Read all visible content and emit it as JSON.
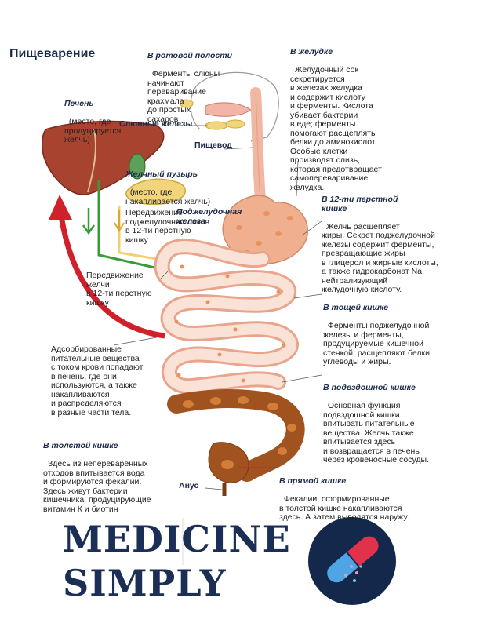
{
  "title": "Пищеварение",
  "labels": {
    "mouth": {
      "title": "В ротовой полости",
      "text": "Ферменты слюны\nначинают\nпереваривание\nкрахмала\nдо простых\nсахаров"
    },
    "stomach": {
      "title": "В желудке",
      "text": "Желудочный сок\nсекретируется\nв железах желудка\nи содержит кислоту\nи ферменты. Кислота\nубивает бактерии\nв еде; ферменты\nпомогают расщеплять\nбелки до аминокислот.\nОсобые клетки\nпроизводят слизь,\nкоторая предотвращает\nсамопереваривание\nжелудка."
    },
    "liver": {
      "title": "Печень",
      "text": "(место, где\nпродуцируется\nжелчь)"
    },
    "salivary": "Слюнные железы",
    "esophagus": "Пищевод",
    "gallbladder": {
      "title": "Желчный пузырь",
      "text": "(место, где\nнакапливается желчь)"
    },
    "pancreas": {
      "title": "Поджелудочная\nжелеза"
    },
    "pancreatic_flow": "Передвижение\nподжелудочных соков\nв 12-ти перстную\nкишку",
    "duodenum": {
      "title": "В 12-ти перстной\nкишке",
      "text": "Желчь расщепляет\nжиры. Секрет поджелудочной\nжелезы содержит ферменты,\nпревращающие жиры\nв глицерол и жирные кислоты,\nа также гидрокарбонат Na,\nнейтрализующий\nжелудочную кислоту."
    },
    "bile_flow": "Передвижение\nжелчи\nв 12-ти перстную\nкишку",
    "jejunum": {
      "title": "В тощей кишке",
      "text": "Ферменты поджелудочной\nжелезы и ферменты,\nпродуцируемые кишечной\nстенкой, расщепляют белки,\nуглеводы и жиры."
    },
    "absorbed": "Адсорбированные\nпитательные вещества\nс током крови попадают\nв печень, где они\nиспользуются, а также\nнакапливаются\nи распределяются\nв разные части тела.",
    "ileum": {
      "title": "В подвздошной кишке",
      "text": "Основная функция\nподвздошной кишки\nвпитывать питательные\nвещества. Желчь также\nвпитывается здесь\nи возвращается в печень\nчерез кровеносные сосуды."
    },
    "colon": {
      "title": "В толстой кишке",
      "text": "Здесь из непереваренных\nотходов впитывается вода\nи формируются фекалии.\nЗдесь живут бактерии\nкишечника, продуцирующие\nвитамин К и биотин"
    },
    "rectum": {
      "title": "В прямой кишке",
      "text": "Фекалии, сформированные\nв толстой кишке накапливаются\nздесь. А затем выводятся наружу."
    },
    "anus": "Анус"
  },
  "brand": {
    "line1": "MEDICINE",
    "line2": "SIMPLY"
  },
  "colors": {
    "intestine": "#f3c9b5",
    "liver": "#a8432f",
    "colon": "#a0531f",
    "pancreas": "#f2d57a",
    "bile": "#3a9a3a",
    "blood": "#d0202a",
    "brand": "#1b2e55"
  },
  "icons": [
    "capsule-icon"
  ]
}
